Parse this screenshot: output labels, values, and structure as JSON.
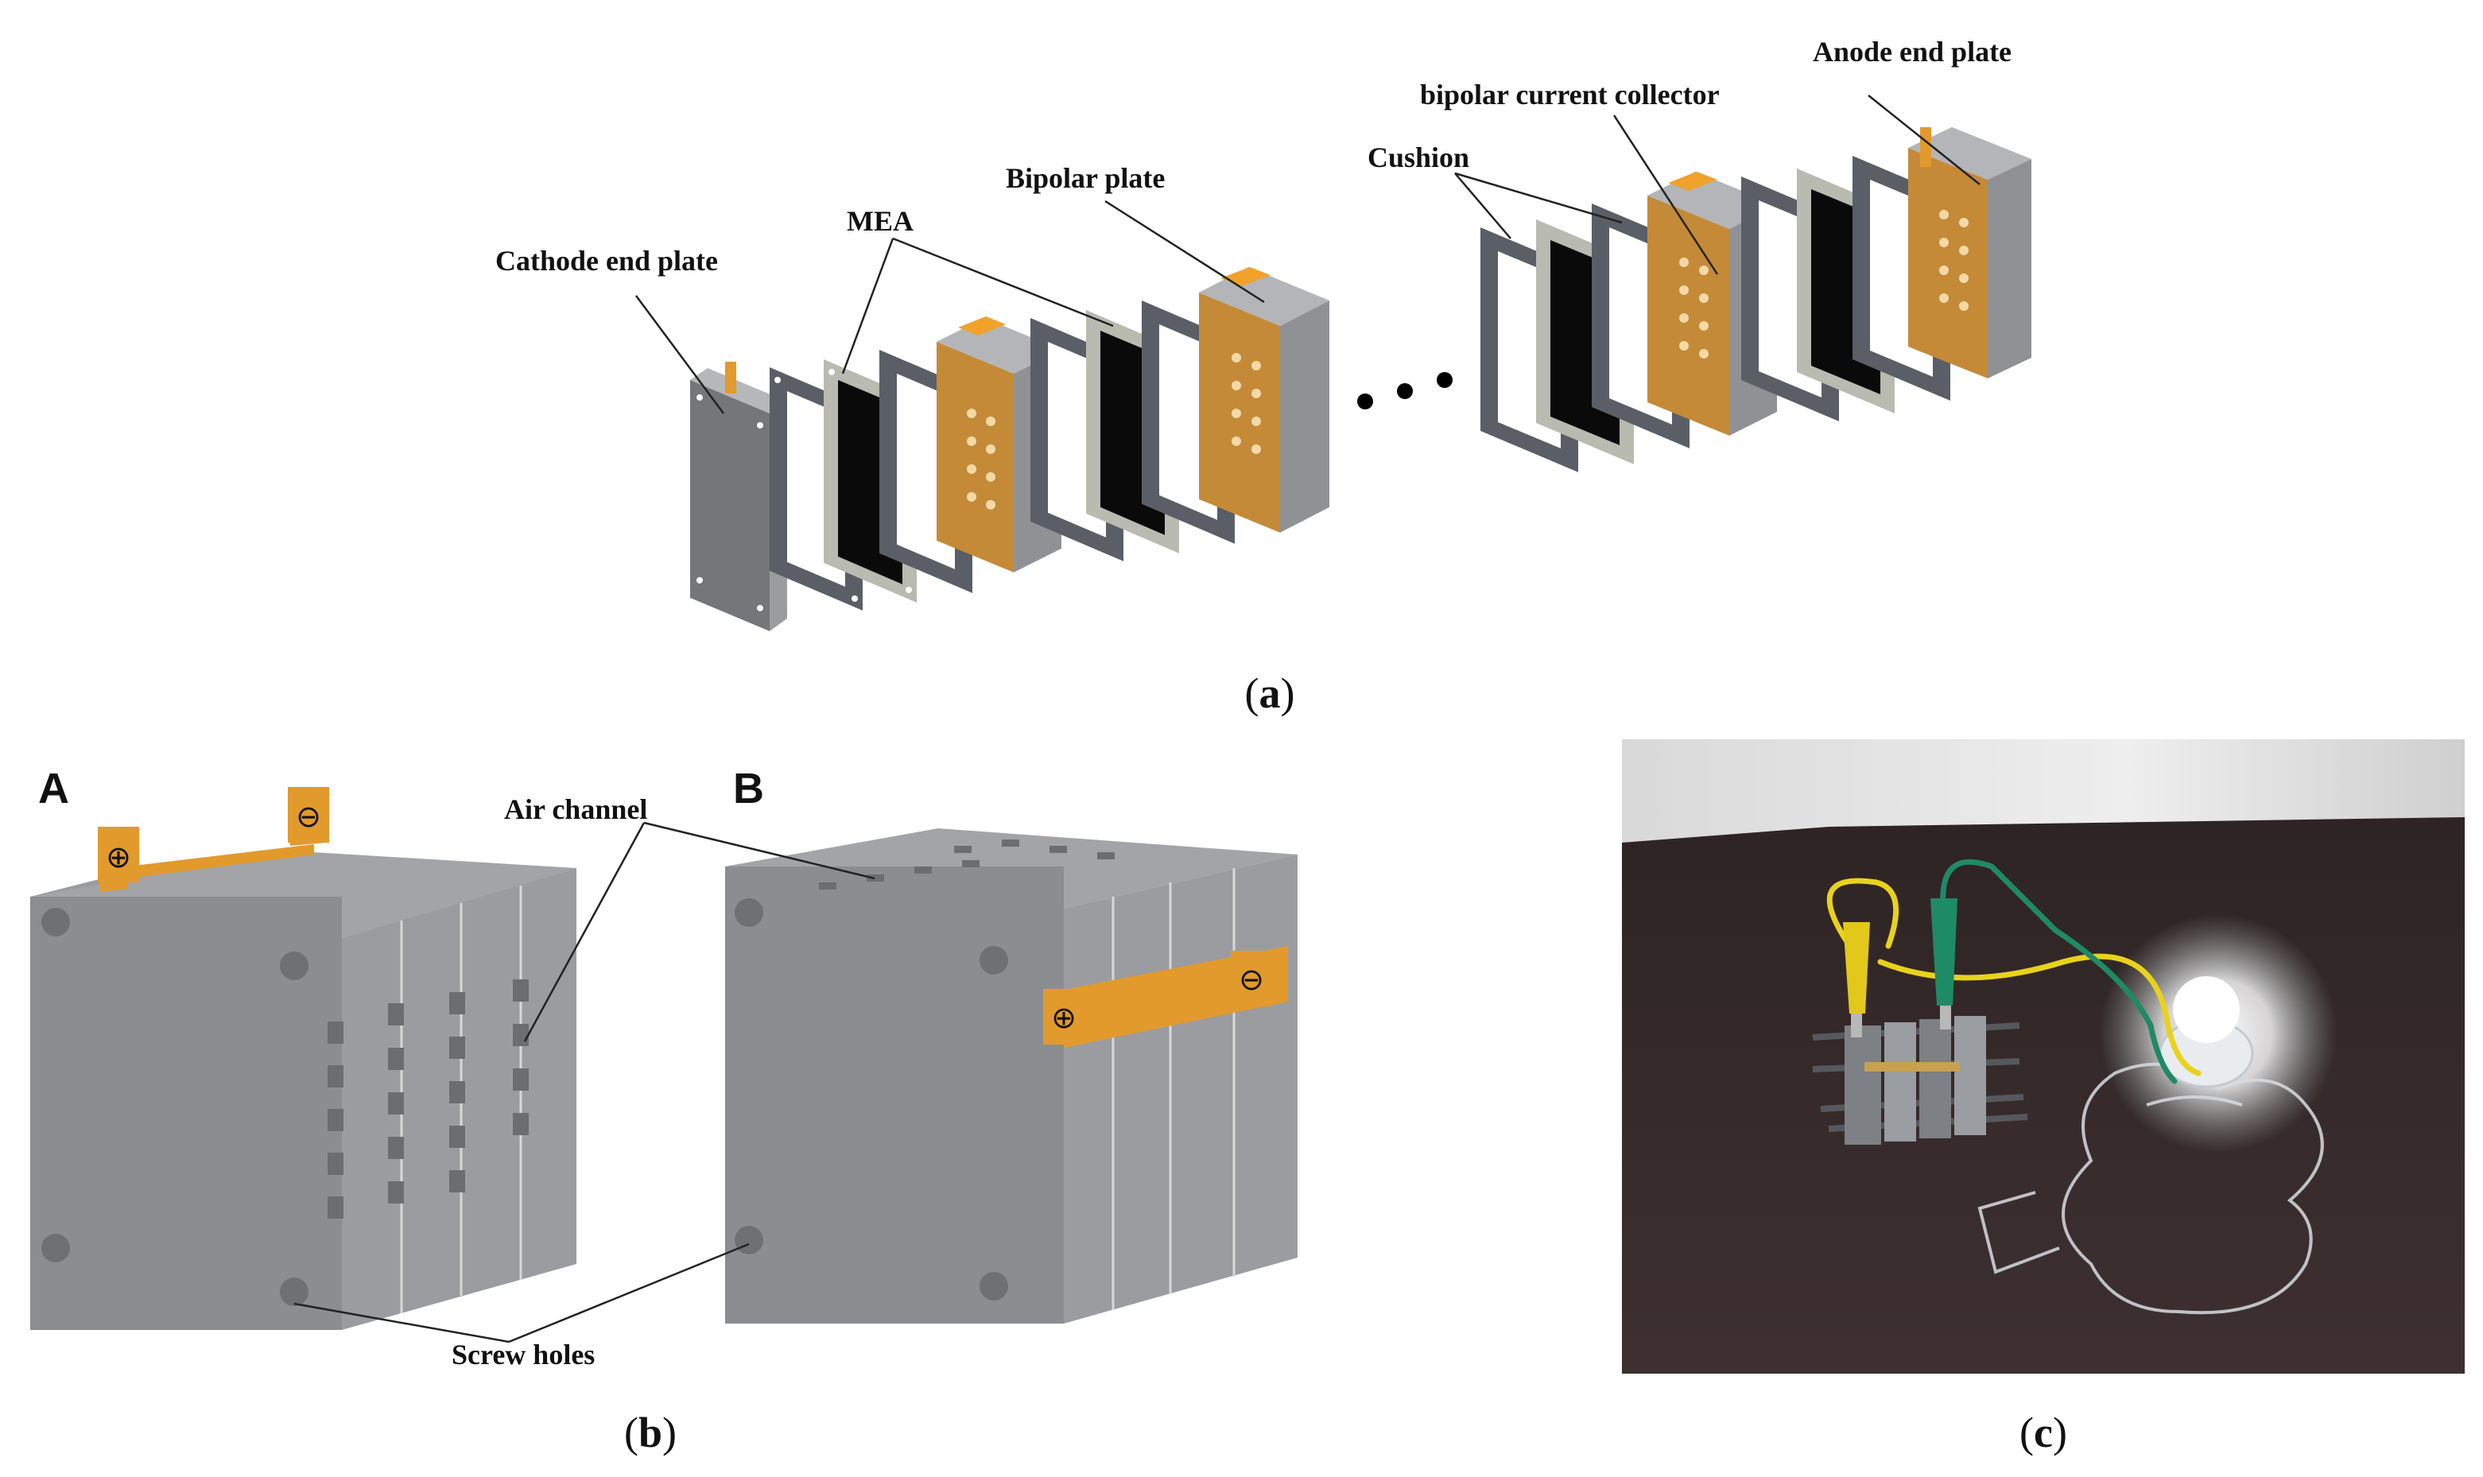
{
  "panel_a": {
    "caption_letter": "a",
    "labels": {
      "cathode": "Cathode end plate",
      "mea": "MEA",
      "bipolar_plate": "Bipolar plate",
      "cushion": "Cushion",
      "collector": "bipolar current collector",
      "anode": "Anode end plate"
    }
  },
  "panel_b": {
    "caption_letter": "b",
    "stack_a_letter": "A",
    "stack_b_letter": "B",
    "air_channel": "Air channel",
    "screw_holes": "Screw holes",
    "plus_symbol": "⊕",
    "minus_symbol": "⊖"
  },
  "panel_c": {
    "caption_letter": "c"
  },
  "colors": {
    "plate_gray": "#8a8c90",
    "plate_dark": "#6f7175",
    "orange": "#e29a2c",
    "table_brown": "#3a2c2c",
    "wire_yellow": "#e8d21c",
    "wire_green": "#1f8a66"
  }
}
